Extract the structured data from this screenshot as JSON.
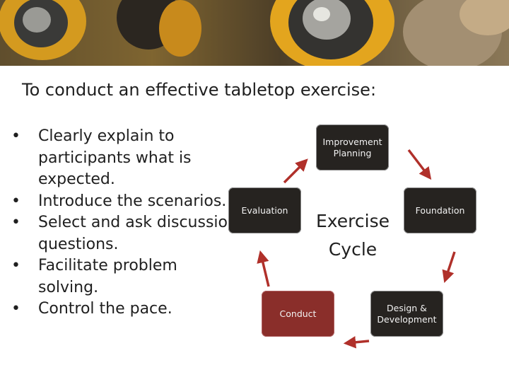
{
  "title": "To conduct an effective tabletop exercise:",
  "bullets": [
    "Clearly explain to participants what is expected.",
    "Introduce the scenarios.",
    "Select and ask discussion questions.",
    "Facilitate problem solving.",
    "Control the pace."
  ],
  "cycle": {
    "center_line1": "Exercise",
    "center_line2": "Cycle",
    "stages": {
      "improvement_line1": "Improvement",
      "improvement_line2": "Planning",
      "foundation": "Foundation",
      "design_line1": "Design &",
      "design_line2": "Development",
      "conduct": "Conduct",
      "evaluation": "Evaluation"
    }
  },
  "colors": {
    "box_dark": "#262320",
    "box_conduct": "#8a2e2a",
    "arrow": "#b0302a"
  }
}
